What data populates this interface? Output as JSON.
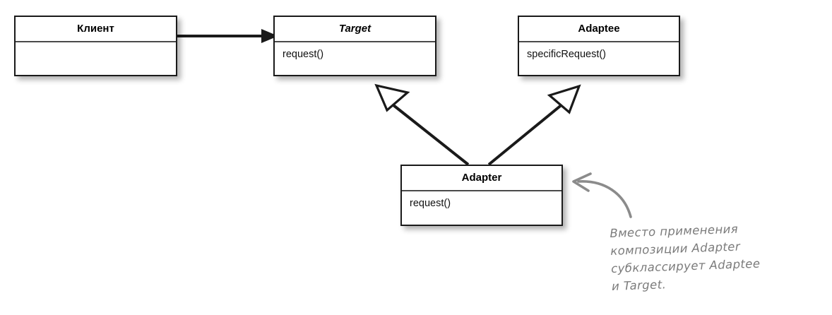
{
  "diagram": {
    "type": "uml-class-diagram",
    "title_internal": "Adapter pattern (class adapter)",
    "classes": [
      {
        "id": "client",
        "name": "Клиент",
        "abstract": false,
        "members": []
      },
      {
        "id": "target",
        "name": "Target",
        "abstract": true,
        "members": [
          "request()"
        ]
      },
      {
        "id": "adaptee",
        "name": "Adaptee",
        "abstract": false,
        "members": [
          "specificRequest()"
        ]
      },
      {
        "id": "adapter",
        "name": "Adapter",
        "abstract": false,
        "members": [
          "request()"
        ]
      }
    ],
    "relations": [
      {
        "id": "client-target",
        "from": "client",
        "to": "target",
        "kind": "association",
        "arrowhead": "filled-triangle"
      },
      {
        "id": "adapter-target",
        "from": "adapter",
        "to": "target",
        "kind": "generalization",
        "arrowhead": "hollow-triangle"
      },
      {
        "id": "adapter-adaptee",
        "from": "adapter",
        "to": "adaptee",
        "kind": "generalization",
        "arrowhead": "hollow-triangle"
      }
    ],
    "annotation": {
      "target": "adapter",
      "arrow": "curved-gray-arrow",
      "lines": [
        "Вместо применения",
        "композиции Adapter",
        "субклассирует Adaptee",
        "и Target."
      ]
    },
    "colors": {
      "background": "#ffffff",
      "box_border": "#1a1a1a",
      "box_fill": "#ffffff",
      "divider": "#4a4a4a",
      "text": "#000000",
      "connector": "#1a1a1a",
      "annotation": "#7b7b7b"
    }
  }
}
